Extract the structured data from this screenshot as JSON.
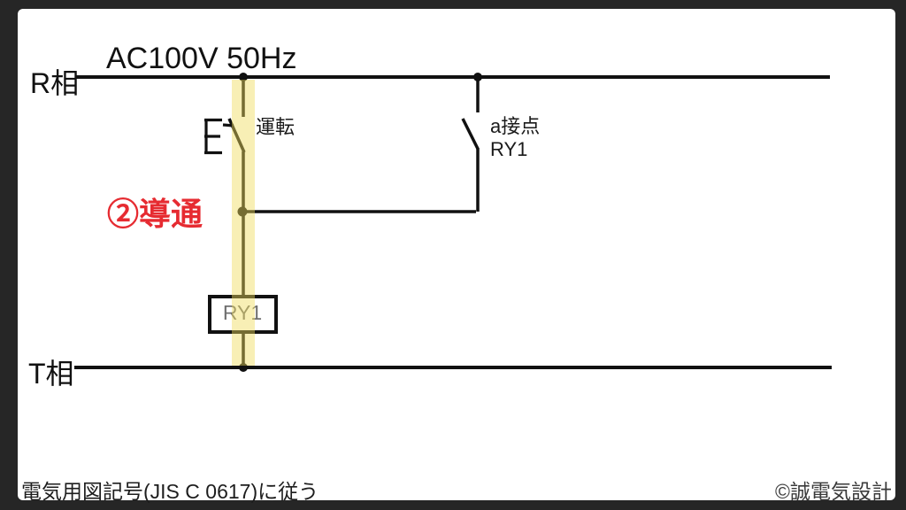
{
  "frame": {
    "color": "#262626",
    "background": "#ffffff"
  },
  "supply": {
    "label": "AC100V 50Hz"
  },
  "rails": {
    "top_label": "R相",
    "bottom_label": "T相"
  },
  "switches": {
    "run": {
      "label": "運転",
      "type": "manual-operated-contact"
    },
    "a_contact": {
      "label_line1": "a接点",
      "label_line2": "RY1",
      "type": "relay-a-contact"
    }
  },
  "relay_coil": {
    "label": "RY1",
    "label_color": "#6f6f6f"
  },
  "annotation": {
    "text": "②導通",
    "color": "#e62b31"
  },
  "highlight": {
    "color": "#f0dc5a",
    "opacity": 0.45
  },
  "footer": {
    "note": "電気用図記号(JIS C 0617)に従う",
    "credit": "©誠電気設計"
  }
}
